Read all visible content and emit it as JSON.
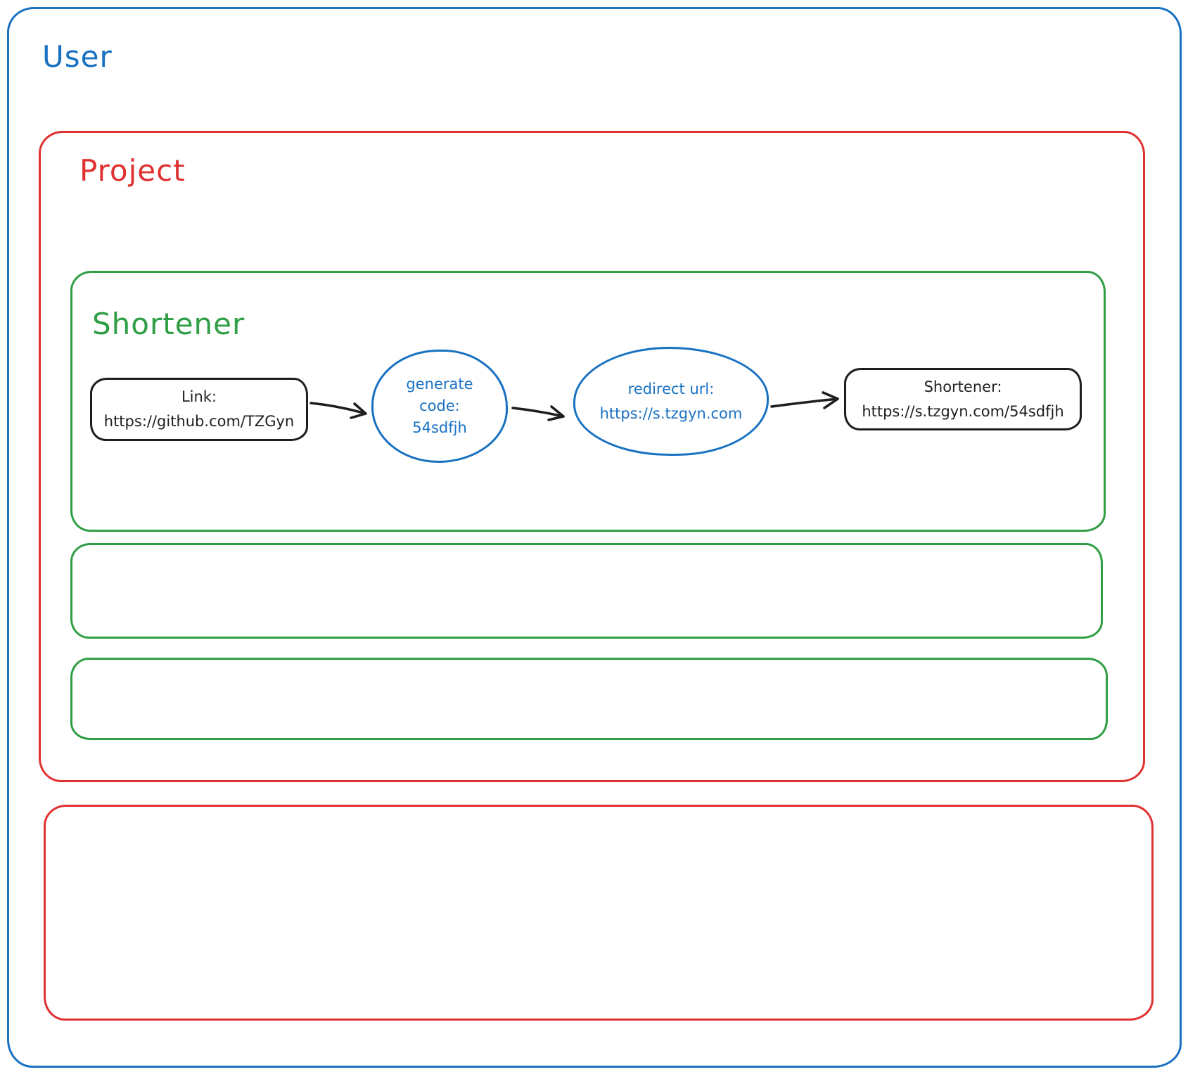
{
  "colors": {
    "blue": "#1971c2",
    "red": "#e03131",
    "green": "#2f9e44",
    "ink": "#1e1e1e"
  },
  "user_box": {
    "label": "User"
  },
  "project_box": {
    "label": "Project"
  },
  "shortener_box": {
    "label": "Shortener",
    "flow": {
      "link_box": {
        "line1": "Link:",
        "line2": "https://github.com/TZGyn"
      },
      "generate_code_circle": {
        "line1": "generate",
        "line2": "code:",
        "line3": "54sdfjh"
      },
      "redirect_url_ellipse": {
        "line1": "redirect url:",
        "line2": "https://s.tzgyn.com"
      },
      "shortened_result_box": {
        "line1": "Shortener:",
        "line2": "https://s.tzgyn.com/54sdfjh"
      }
    }
  }
}
